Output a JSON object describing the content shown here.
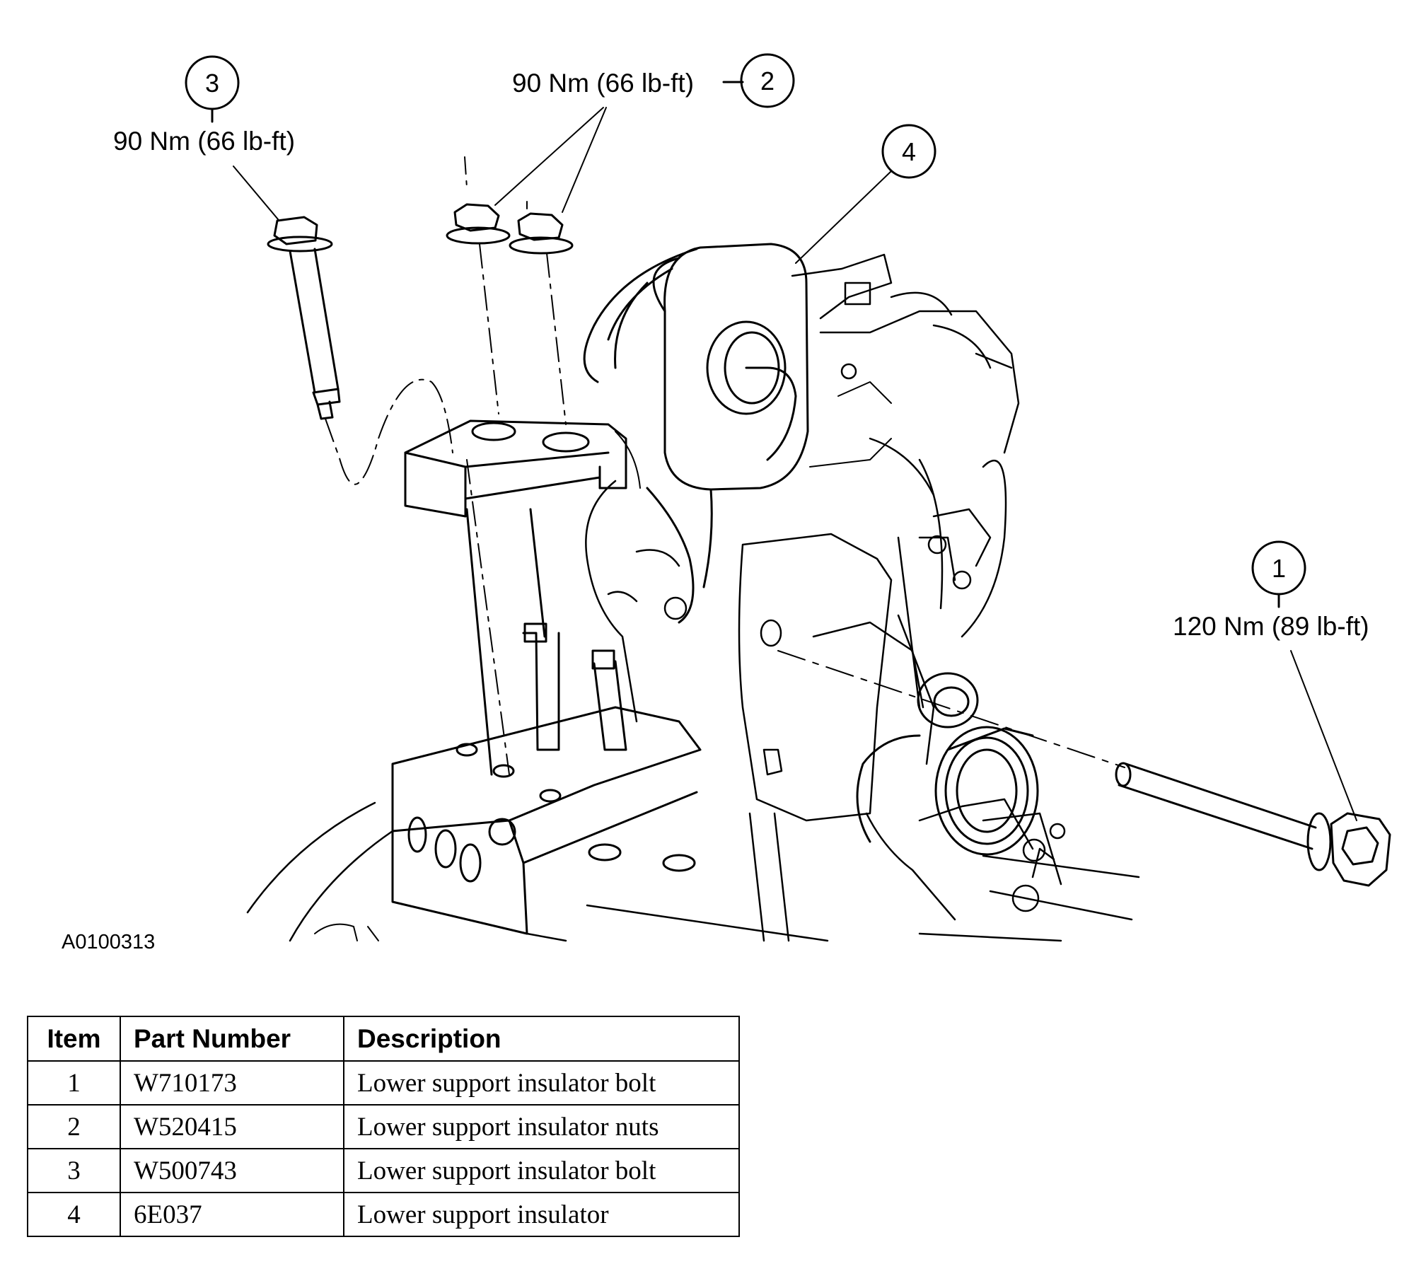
{
  "figure_id": "A0100313",
  "callouts": [
    {
      "number": "3",
      "torque": "90 Nm (66 lb-ft)"
    },
    {
      "number": "2",
      "torque": "90 Nm (66 lb-ft)"
    },
    {
      "number": "4",
      "torque": ""
    },
    {
      "number": "1",
      "torque": "120 Nm (89 lb-ft)"
    }
  ],
  "table": {
    "headers": {
      "item": "Item",
      "part_number": "Part Number",
      "description": "Description"
    },
    "rows": [
      {
        "item": "1",
        "part_number": "W710173",
        "description": "Lower support insulator bolt"
      },
      {
        "item": "2",
        "part_number": "W520415",
        "description": "Lower support insulator nuts"
      },
      {
        "item": "3",
        "part_number": "W500743",
        "description": "Lower support insulator bolt"
      },
      {
        "item": "4",
        "part_number": "6E037",
        "description": "Lower support insulator"
      }
    ]
  }
}
